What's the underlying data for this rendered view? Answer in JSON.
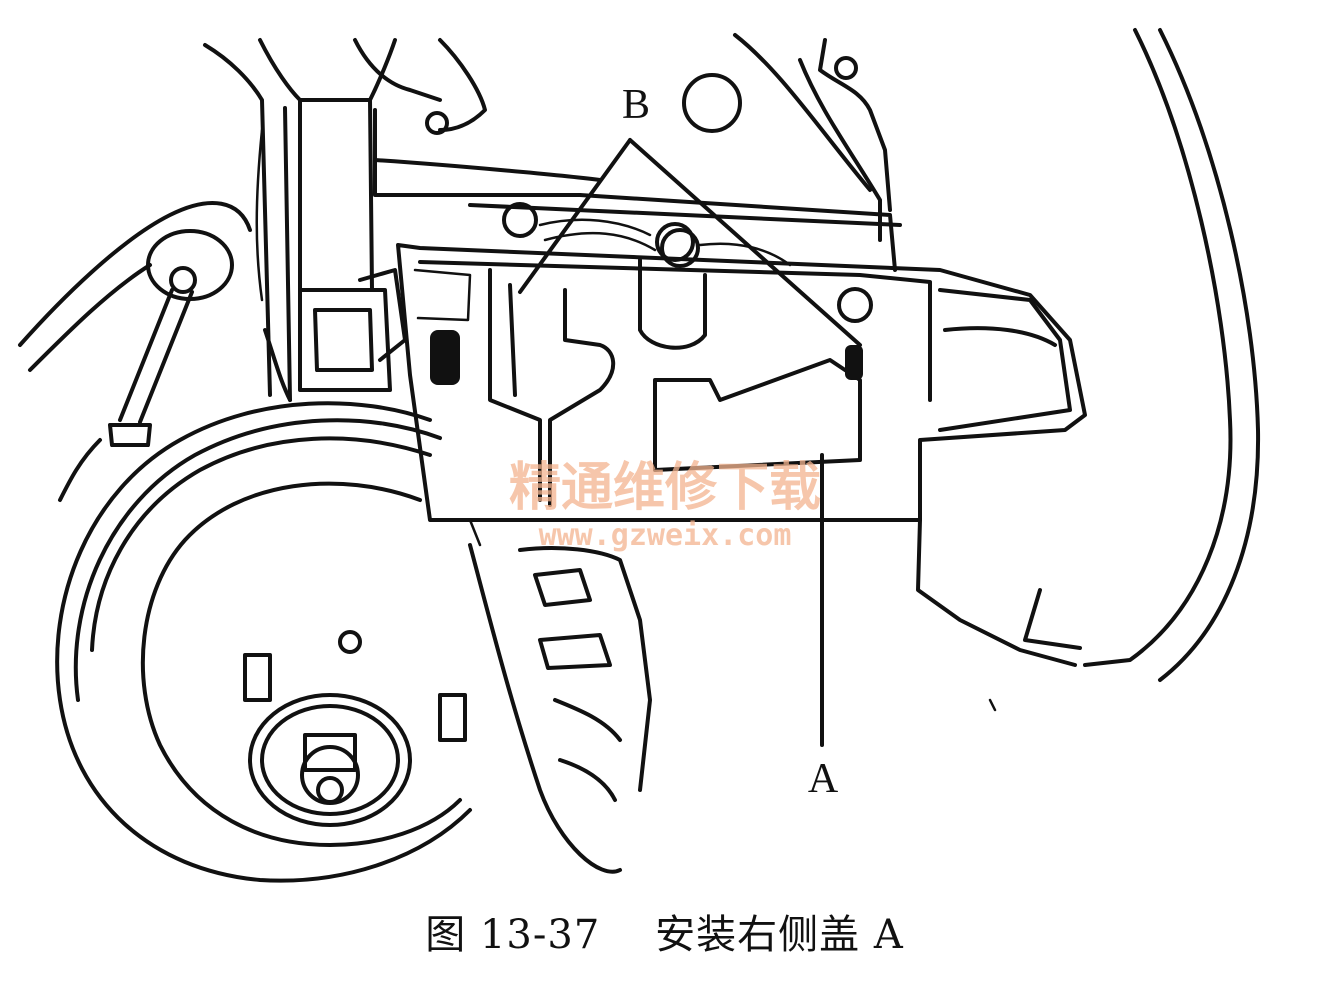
{
  "diagram": {
    "labels": {
      "part_a": "A",
      "part_b": "B"
    },
    "watermark": {
      "main": "精通维修下载",
      "url": "www.gzweix.com",
      "color": "#f4b48f"
    }
  },
  "caption": {
    "figure_number": "图 13-37",
    "title": "安装右侧盖 A"
  }
}
